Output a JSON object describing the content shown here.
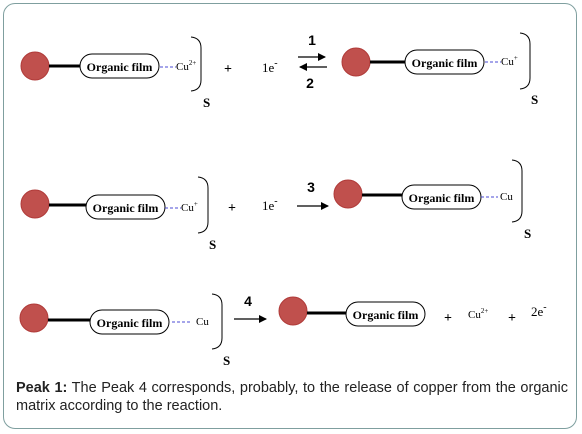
{
  "colors": {
    "electrode": "#c0504d",
    "electrode_stroke": "#b03b39",
    "bond": "#000000",
    "dashed_link": "#4b4bd6",
    "text": "#000000",
    "frame": "#7f9f9f"
  },
  "labels": {
    "film": "Organic film",
    "surface": "S",
    "plus": "+"
  },
  "species": {
    "cu2": "Cu",
    "cu2_charge": "2+",
    "cu1": "Cu",
    "cu1_charge": "+",
    "cu0": "Cu",
    "electron": "1e",
    "electron_minus": "-",
    "two_electrons": "2e",
    "two_electrons_minus": "-"
  },
  "steps": {
    "s1": "1",
    "s2": "2",
    "s3": "3",
    "s4": "4"
  },
  "caption": {
    "label": "Peak 1:",
    "text": " The Peak 4 corresponds, probably, to the release of copper from the organic matrix according to the reaction."
  }
}
